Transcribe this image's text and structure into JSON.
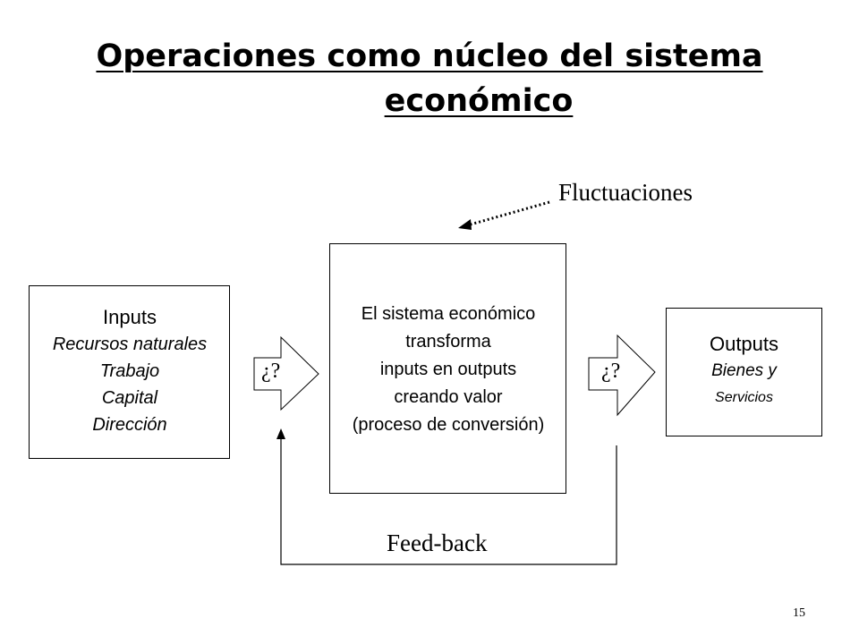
{
  "title": {
    "line1": "Operaciones como núcleo del sistema",
    "line2": "económico"
  },
  "inputs": {
    "heading": "Inputs",
    "items": [
      "Recursos naturales",
      "Trabajo",
      "Capital",
      "Dirección"
    ]
  },
  "core": {
    "lines": [
      "El sistema económico",
      "transforma",
      "inputs en outputs",
      "creando valor",
      "(proceso de conversión)"
    ]
  },
  "outputs": {
    "heading": "Outputs",
    "line1": "Bienes y",
    "line2": "Servicios"
  },
  "question_left": "¿?",
  "question_right": "¿?",
  "fluctuaciones": "Fluctuaciones",
  "feedback": "Feed-back",
  "page_number": "15"
}
